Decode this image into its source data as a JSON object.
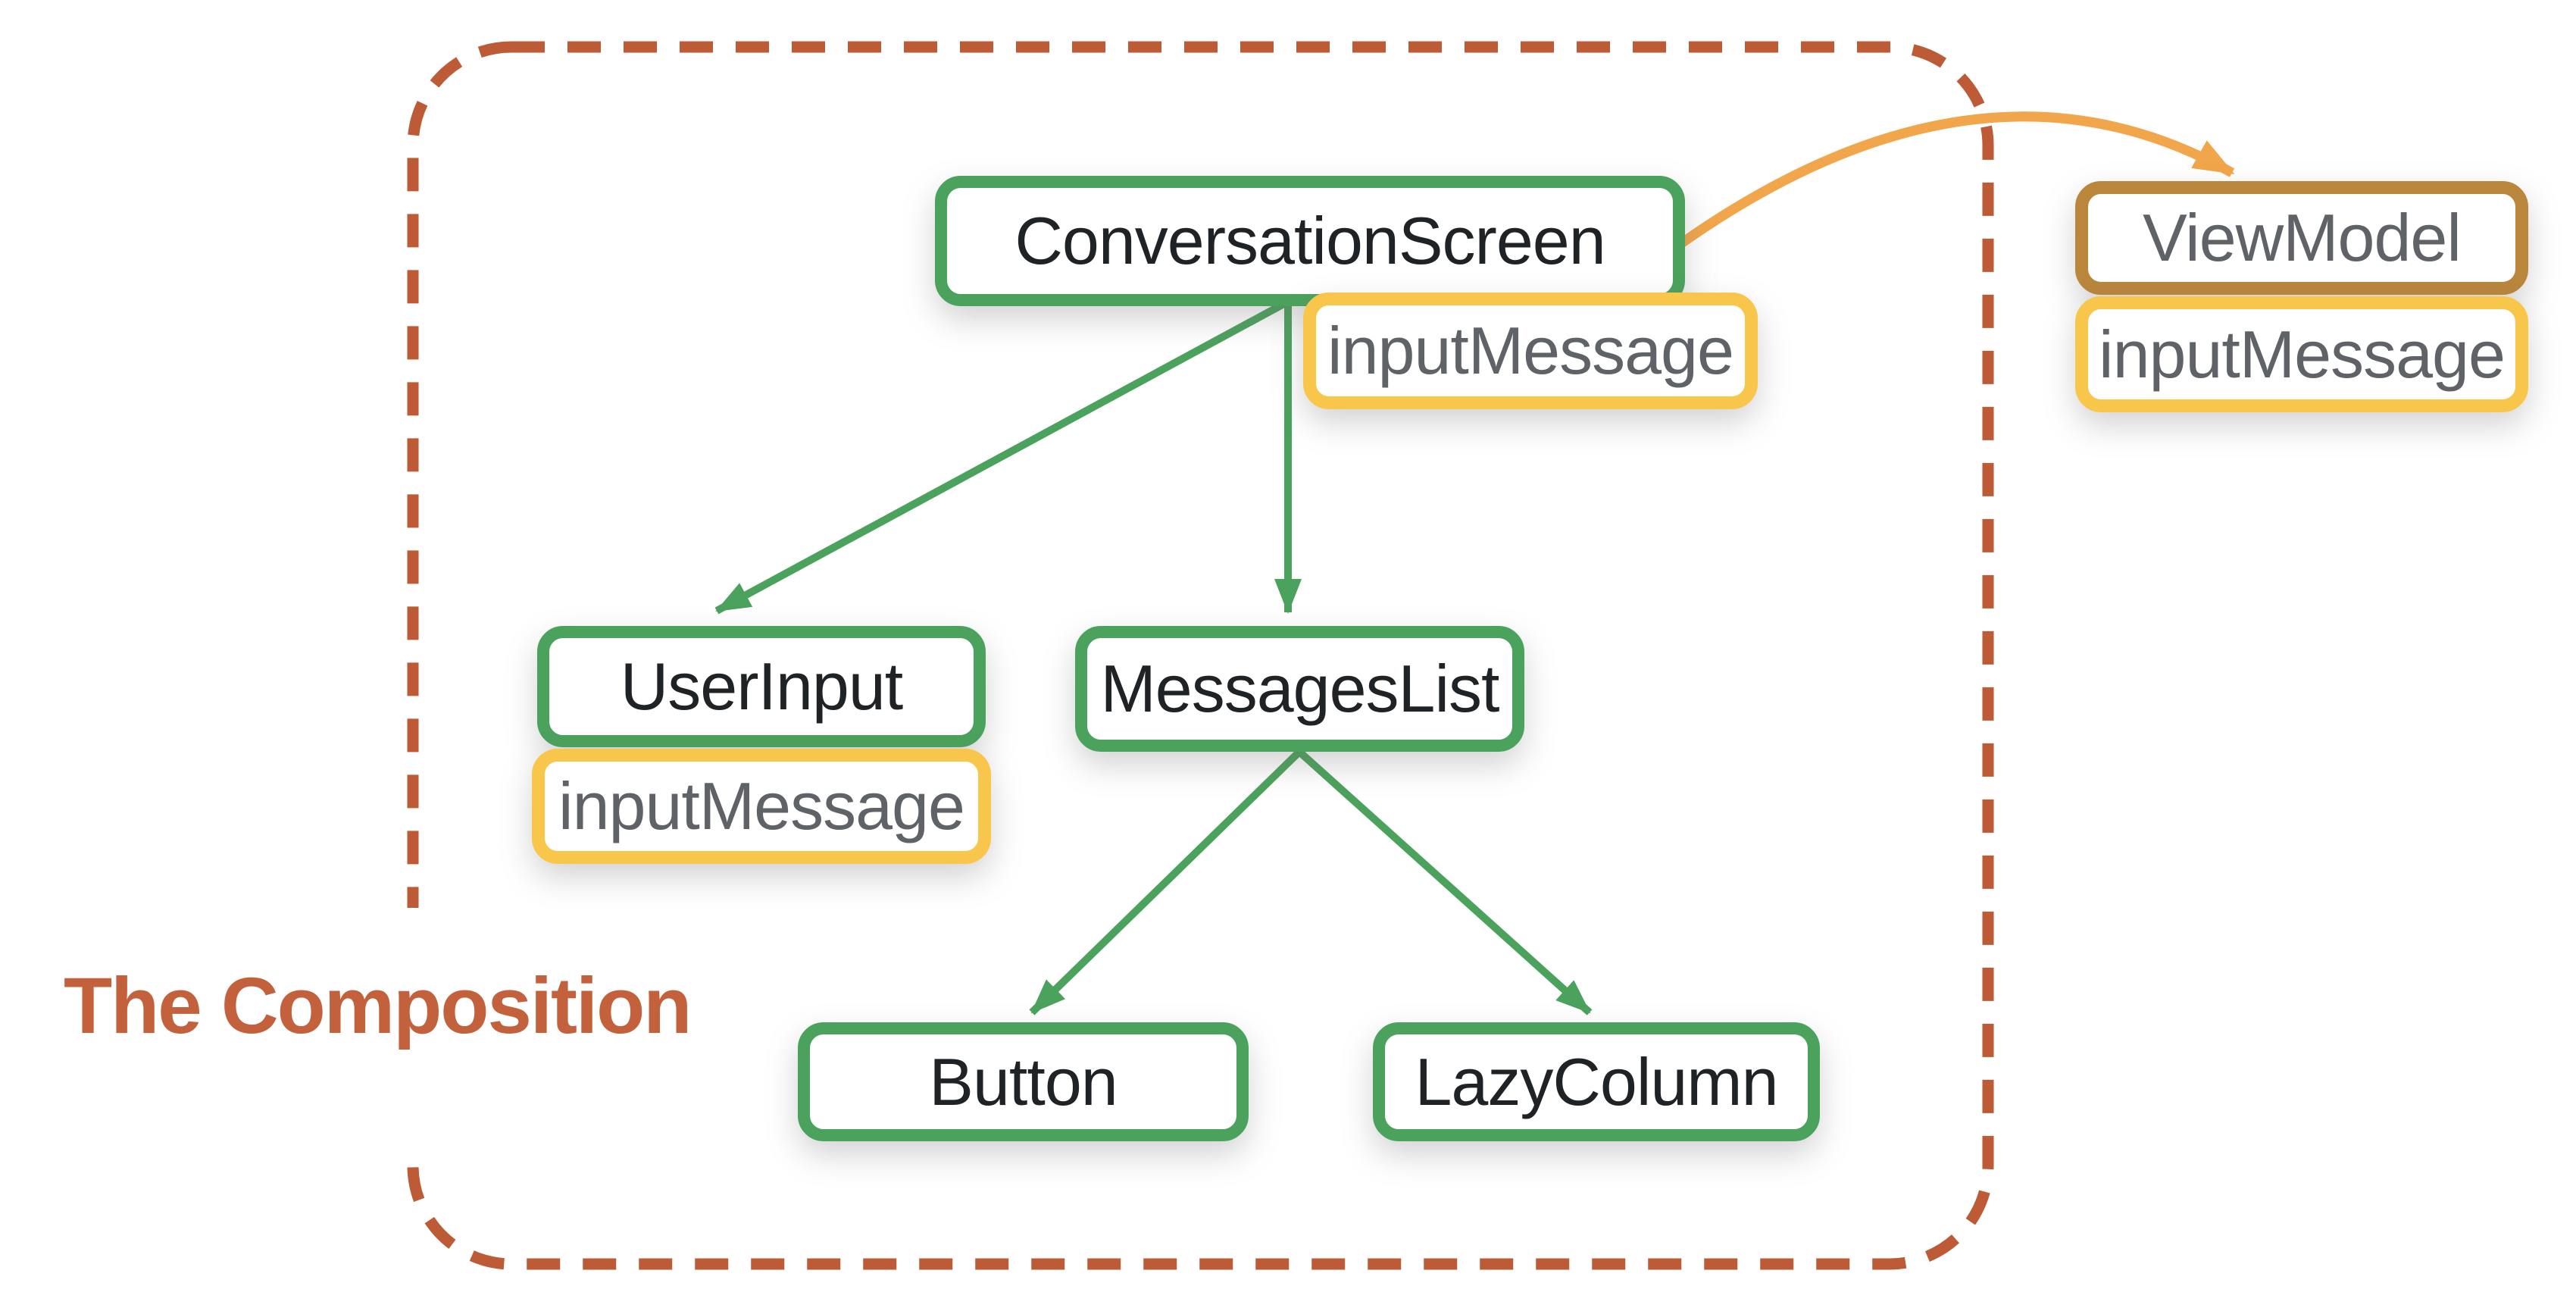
{
  "title": {
    "label": "The Composition"
  },
  "nodes": {
    "conversation_screen": {
      "label": "ConversationScreen",
      "kind": "composable"
    },
    "user_input": {
      "label": "UserInput",
      "kind": "composable"
    },
    "messages_list": {
      "label": "MessagesList",
      "kind": "composable"
    },
    "button": {
      "label": "Button",
      "kind": "composable"
    },
    "lazy_column": {
      "label": "LazyColumn",
      "kind": "composable"
    },
    "view_model": {
      "label": "ViewModel",
      "kind": "viewmodel"
    },
    "input_message_conversation": {
      "label": "inputMessage",
      "kind": "state"
    },
    "input_message_user_input": {
      "label": "inputMessage",
      "kind": "state"
    },
    "input_message_view_model": {
      "label": "inputMessage",
      "kind": "state"
    }
  },
  "edges": [
    {
      "from": "ConversationScreen",
      "to": "UserInput",
      "color": "green",
      "style": "straight"
    },
    {
      "from": "ConversationScreen",
      "to": "MessagesList",
      "color": "green",
      "style": "straight"
    },
    {
      "from": "MessagesList",
      "to": "Button",
      "color": "green",
      "style": "straight"
    },
    {
      "from": "MessagesList",
      "to": "LazyColumn",
      "color": "green",
      "style": "straight"
    },
    {
      "from": "ConversationScreen",
      "to": "ViewModel",
      "color": "orange",
      "style": "curved"
    }
  ],
  "colors": {
    "composable_border": "#4ba25c",
    "state_border": "#f8c64a",
    "viewmodel_border": "#b9863c",
    "orange_arrow": "#f2a64b",
    "dashed_boundary": "#bc5b35",
    "title_text": "#c2613c",
    "composable_label": "#1f2326",
    "state_label": "#5f6368",
    "background": "#ffffff"
  }
}
